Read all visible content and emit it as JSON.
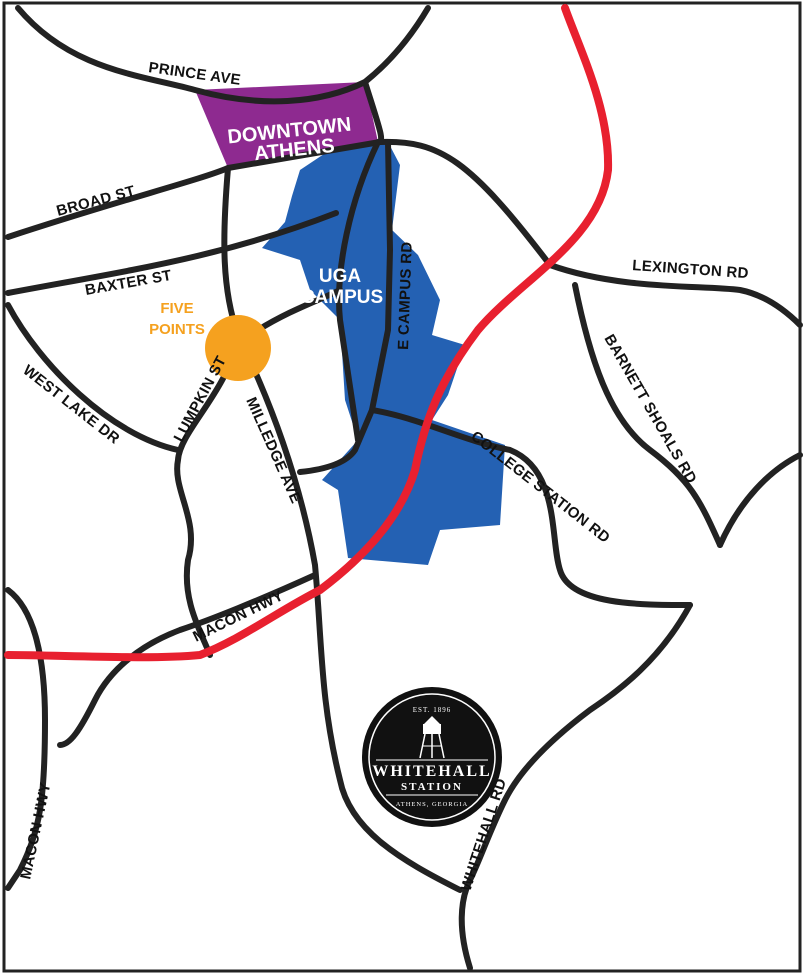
{
  "colors": {
    "road": "#222222",
    "loop": "#e8202f",
    "campus": "#2461b3",
    "downtown": "#8e2a90",
    "five_points": "#f5a11f",
    "logo_bg": "#111111"
  },
  "roads": {
    "prince_ave": "PRINCE AVE",
    "broad_st": "BROAD ST",
    "baxter_st": "BAXTER ST",
    "west_lake_dr": "WEST LAKE DR",
    "lumpkin_st": "LUMPKIN ST",
    "milledge_ave": "MILLEDGE AVE",
    "e_campus_rd": "E CAMPUS RD",
    "lexington_rd": "LEXINGTON RD",
    "barnett_shoals_rd": "BARNETT SHOALS RD",
    "college_station_rd": "COLLEGE STATION RD",
    "macon_hwy_center": "MACON HWY",
    "macon_hwy_left": "MACON HWY",
    "whitehall_rd": "WHITEHALL RD"
  },
  "areas": {
    "downtown_line1": "DOWNTOWN",
    "downtown_line2": "ATHENS",
    "campus_line1": "UGA",
    "campus_line2": "CAMPUS",
    "five_points_line1": "FIVE",
    "five_points_line2": "POINTS"
  },
  "logo": {
    "established": "EST. 1896",
    "name_line1": "WHITEHALL",
    "name_line2": "STATION",
    "location": "ATHENS, GEORGIA",
    "icon": "water-tower-icon"
  }
}
